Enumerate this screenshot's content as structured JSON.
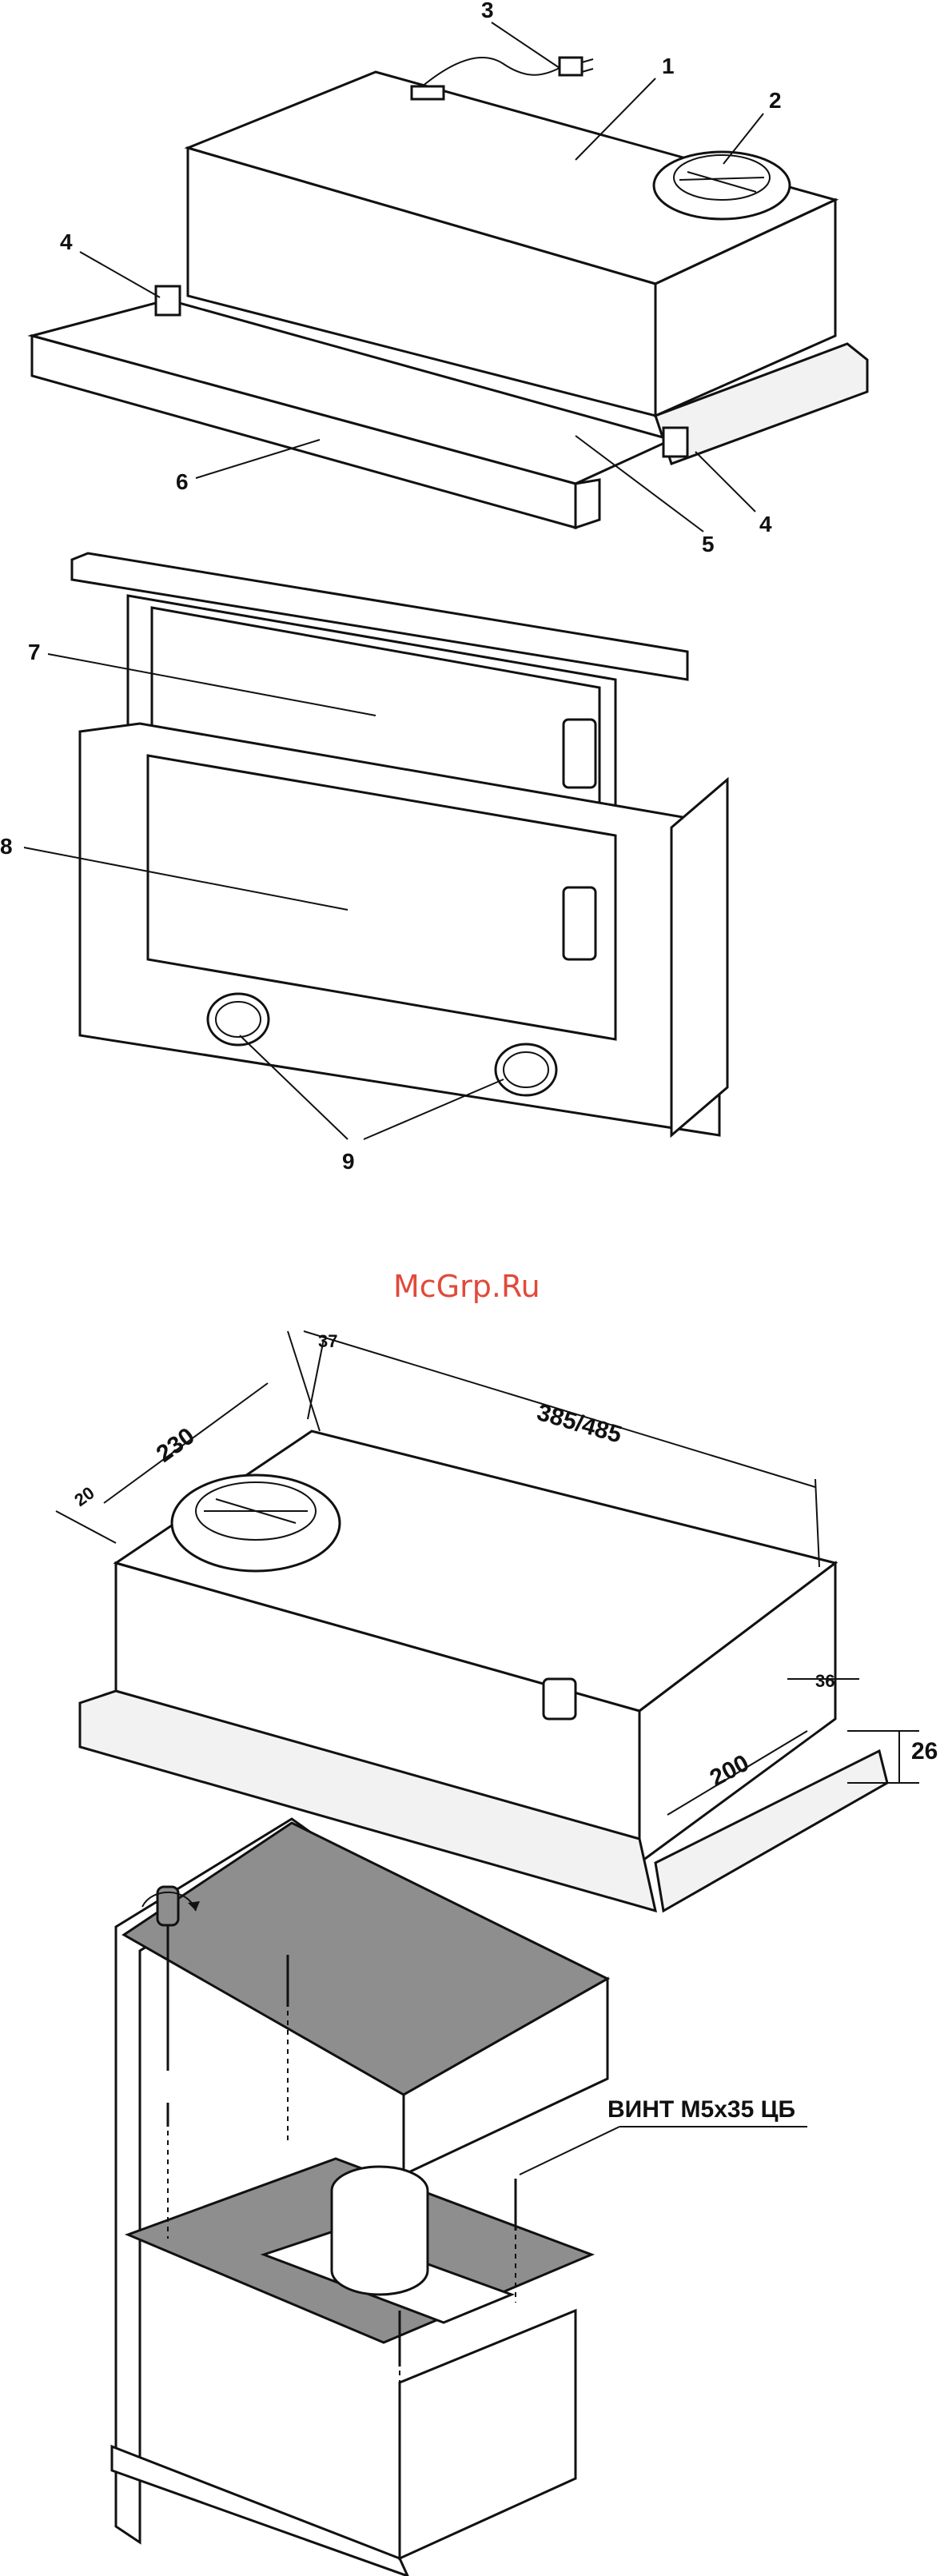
{
  "watermark": "McGrp.Ru",
  "callouts": {
    "c1": "1",
    "c2": "2",
    "c3": "3",
    "c4a": "4",
    "c4b": "4",
    "c5": "5",
    "c6": "6",
    "c7": "7",
    "c8": "8",
    "c9": "9"
  },
  "dimensions": {
    "d37": "37",
    "d385_485": "385/485",
    "d230": "230",
    "d20": "20",
    "d36": "36",
    "d26": "26",
    "d200": "200"
  },
  "screw_label": "ВИНТ M5x35 ЦБ"
}
